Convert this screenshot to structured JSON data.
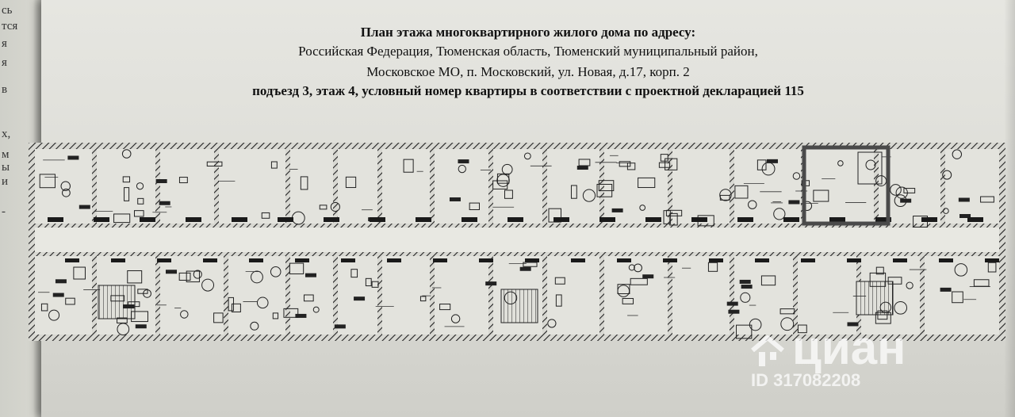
{
  "document": {
    "title_line1": "План этажа многоквартирного жилого дома по адресу:",
    "address_line1": "Российская Федерация, Тюменская область, Тюменский муниципальный район,",
    "address_line2": "Московское МО, п. Московский, ул. Новая, д.17, корп. 2",
    "details_line": "подъезд 3, этаж 4, условный номер квартиры в соответствии с проектной декларацией 115"
  },
  "left_page_fragments": [
    "сь",
    "тся",
    "я",
    "я",
    "в",
    "х,",
    "м",
    "ы",
    "и",
    "-"
  ],
  "watermark": {
    "brand": "циан",
    "id": "ID 317082208",
    "icon": "house-icon"
  },
  "colors": {
    "paper": "#e2e2dc",
    "ink": "#1a1a1a",
    "highlight_frame": "#5a5a5a"
  }
}
